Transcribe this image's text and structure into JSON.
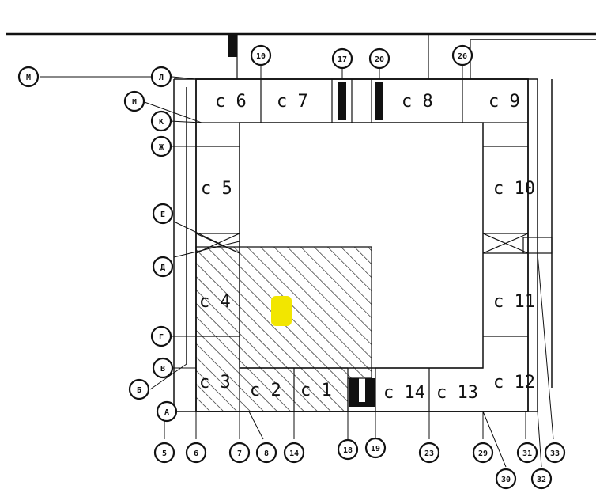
{
  "cells": [
    {
      "id": "c6",
      "label": "c 6"
    },
    {
      "id": "c7",
      "label": "c 7"
    },
    {
      "id": "c8",
      "label": "c 8"
    },
    {
      "id": "c9",
      "label": "c 9"
    },
    {
      "id": "c5",
      "label": "c 5"
    },
    {
      "id": "c10",
      "label": "c 10"
    },
    {
      "id": "c4",
      "label": "c 4"
    },
    {
      "id": "c11",
      "label": "c 11"
    },
    {
      "id": "c3",
      "label": "c 3"
    },
    {
      "id": "c2",
      "label": "c 2"
    },
    {
      "id": "c1",
      "label": "c 1"
    },
    {
      "id": "c14",
      "label": "c 14"
    },
    {
      "id": "c13",
      "label": "c 13"
    },
    {
      "id": "c12",
      "label": "c 12"
    }
  ],
  "row_axes": [
    "М",
    "Л",
    "И",
    "К",
    "Ж",
    "Е",
    "Д",
    "Г",
    "В",
    "Б",
    "А"
  ],
  "column_axes": [
    "5",
    "6",
    "7",
    "8",
    "14",
    "18",
    "19",
    "23",
    "29",
    "30",
    "31",
    "32",
    "33",
    "10",
    "17",
    "20",
    "26"
  ],
  "highlight_color": "#f2e600",
  "line_color": "#111111"
}
